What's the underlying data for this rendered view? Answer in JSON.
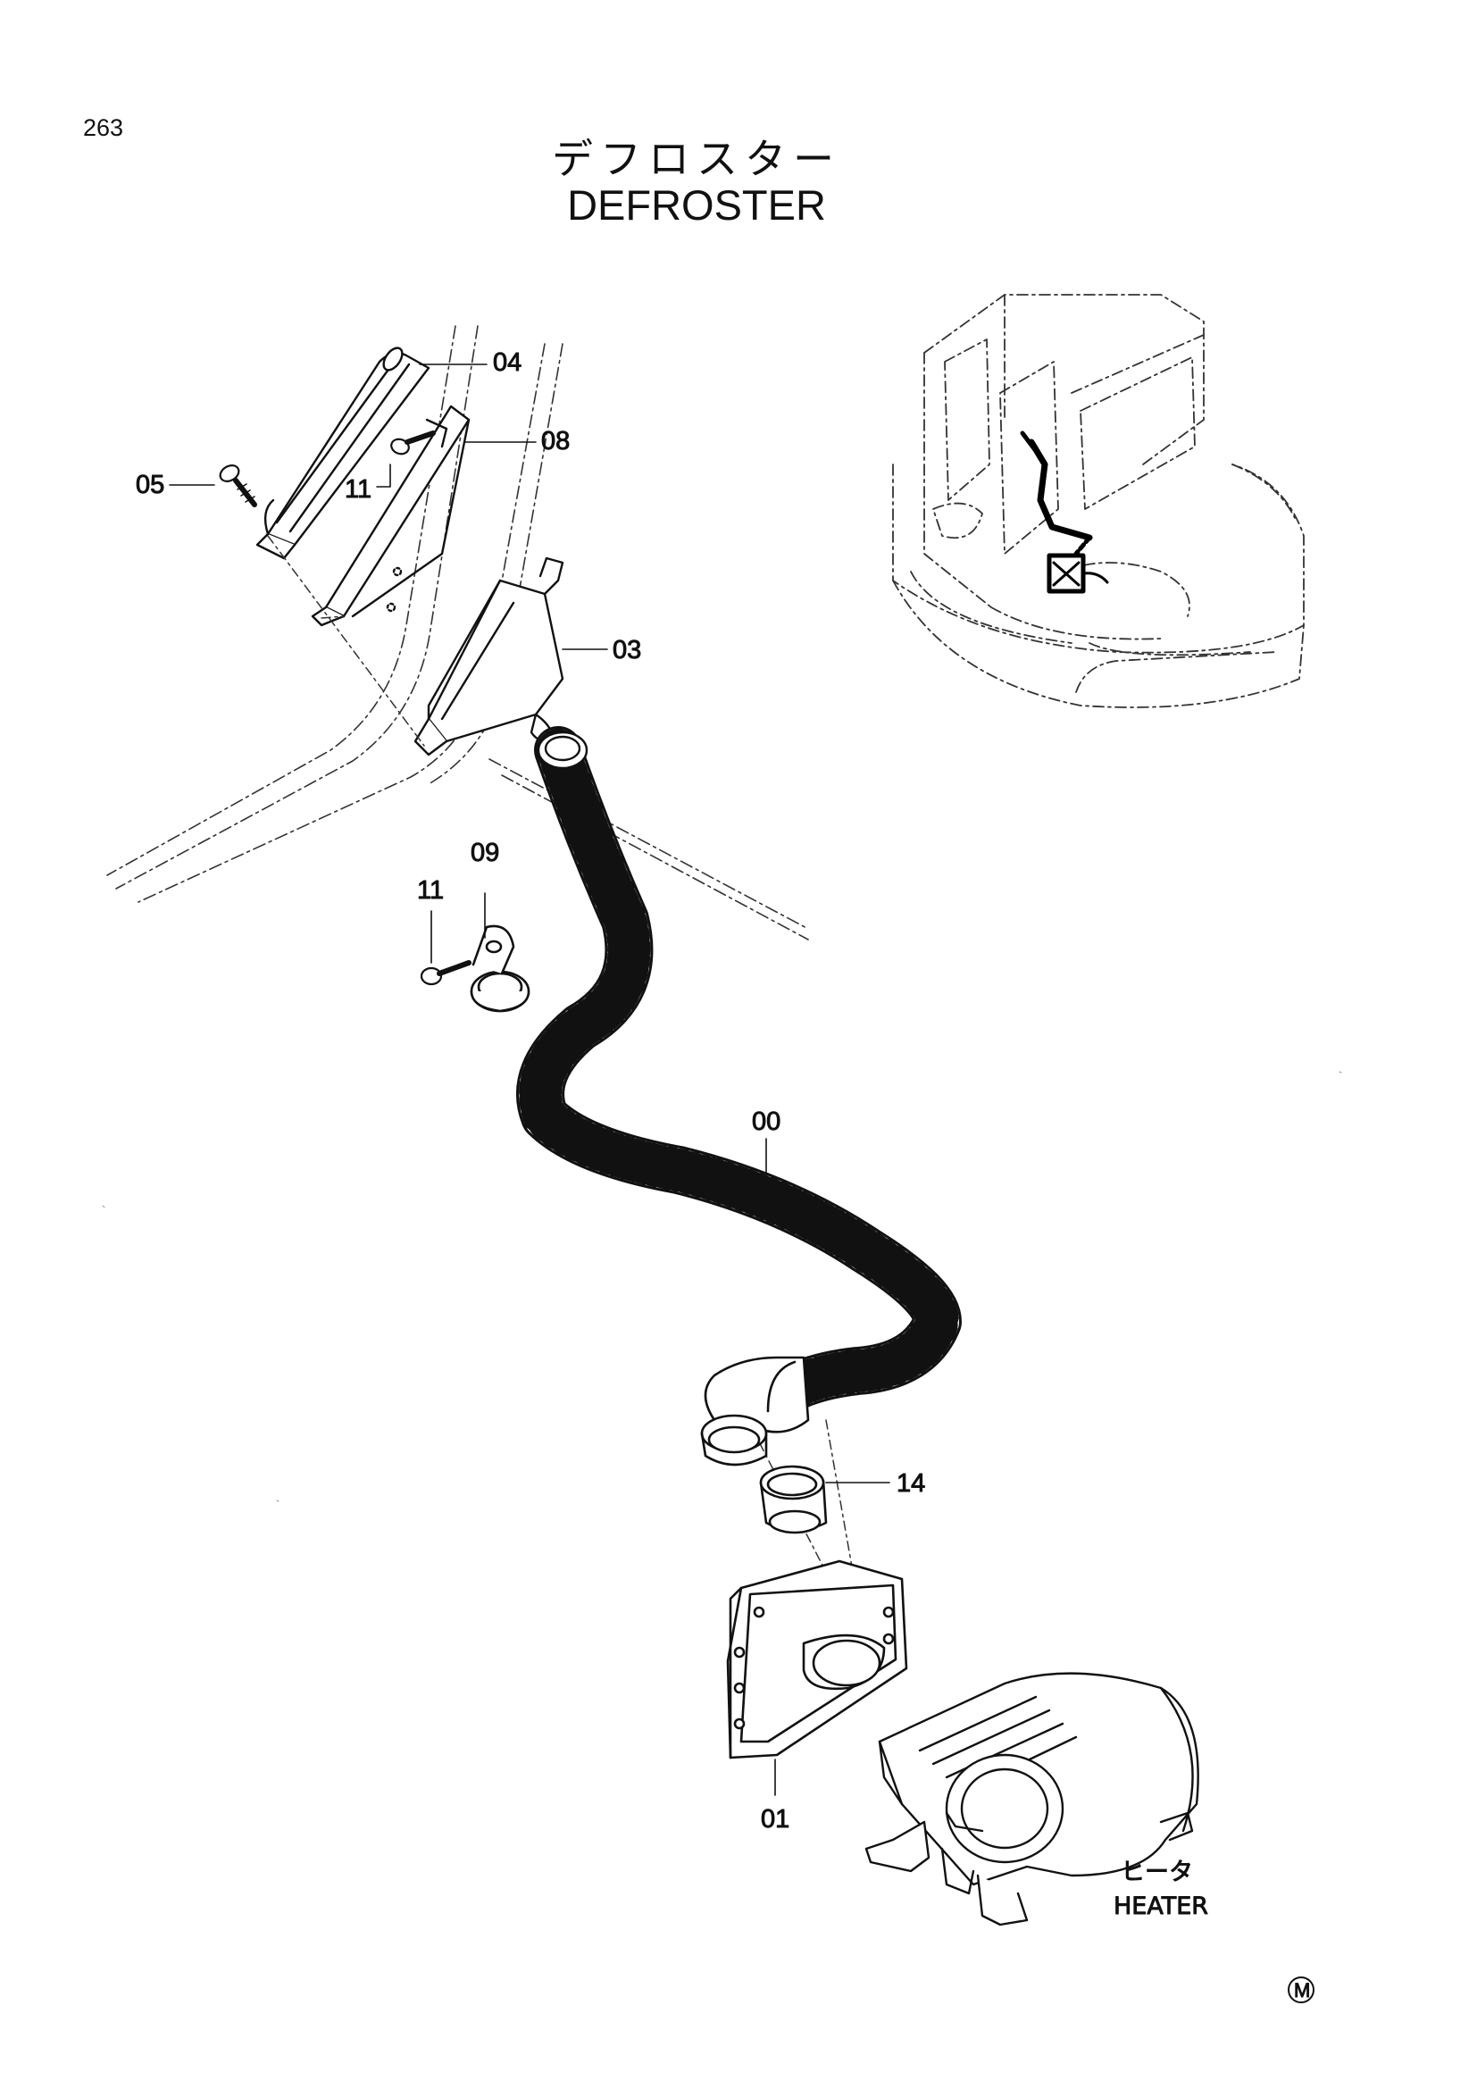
{
  "page": {
    "number": "263"
  },
  "title": {
    "japanese": "デフロスター",
    "english": "DEFROSTER"
  },
  "callouts": [
    {
      "id": "04",
      "label": "04"
    },
    {
      "id": "08",
      "label": "08"
    },
    {
      "id": "05",
      "label": "05"
    },
    {
      "id": "11a",
      "label": "11"
    },
    {
      "id": "03",
      "label": "03"
    },
    {
      "id": "09",
      "label": "09"
    },
    {
      "id": "11b",
      "label": "11"
    },
    {
      "id": "00",
      "label": "00"
    },
    {
      "id": "14",
      "label": "14"
    },
    {
      "id": "01",
      "label": "01"
    }
  ],
  "heater": {
    "japanese": "ヒータ",
    "english": "HEATER"
  },
  "corner_mark": "M"
}
